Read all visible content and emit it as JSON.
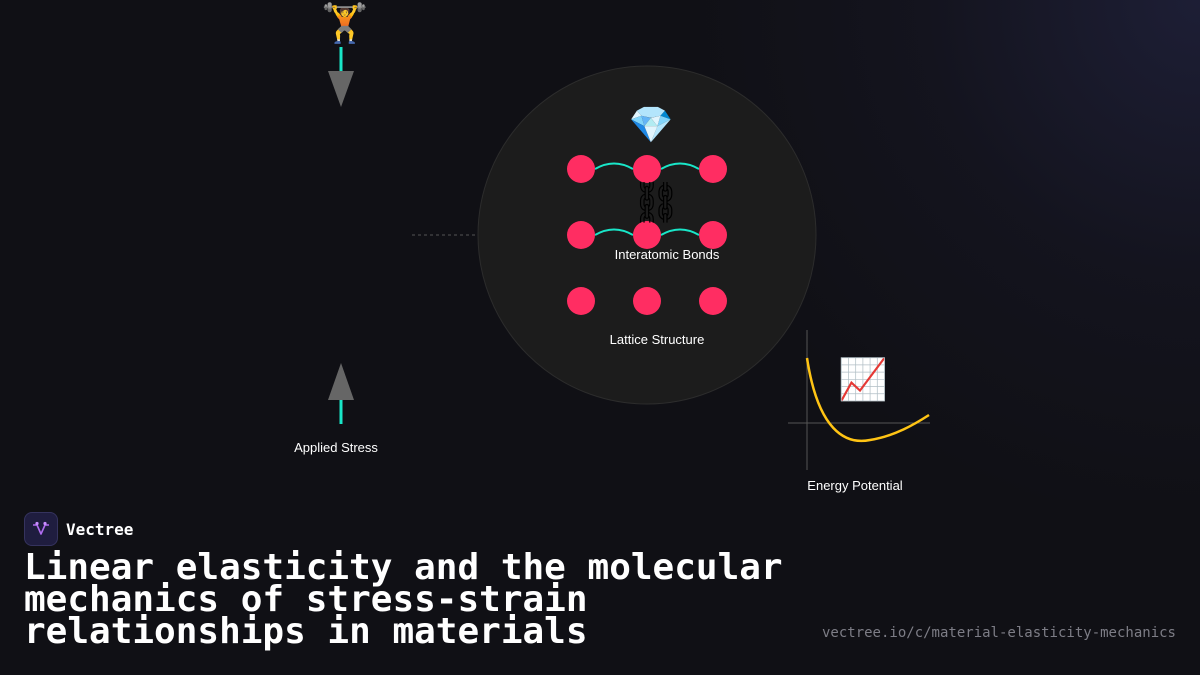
{
  "brand": {
    "name": "Vectree"
  },
  "title": "Linear elasticity and the molecular mechanics of stress-strain relationships in materials",
  "url": "vectree.io/c/material-elasticity-mechanics",
  "diagram": {
    "labels": {
      "applied_stress": "Applied Stress",
      "interatomic_bonds": "Interatomic Bonds",
      "lattice_structure": "Lattice Structure",
      "energy_potential": "Energy Potential"
    },
    "icons": {
      "weightlifter": "🏋",
      "gem": "💎",
      "chain": "⛓",
      "chart": "📈"
    },
    "colors": {
      "atom": "#ff2d62",
      "bond": "#19e6c8",
      "arrow": "#666666",
      "stress_line": "#19e6c8",
      "potential_curve": "#ffc414",
      "circle_fill": "#1c1c1c"
    }
  }
}
